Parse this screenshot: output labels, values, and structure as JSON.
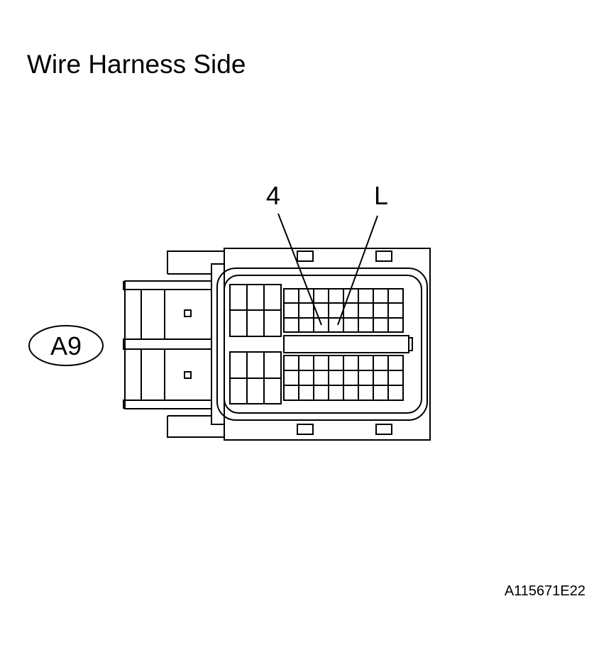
{
  "title": "Wire Harness Side",
  "connector": {
    "code": "A9"
  },
  "callouts": {
    "terminal_4": "4",
    "terminal_L": "L"
  },
  "figure_id": "A115671E22"
}
